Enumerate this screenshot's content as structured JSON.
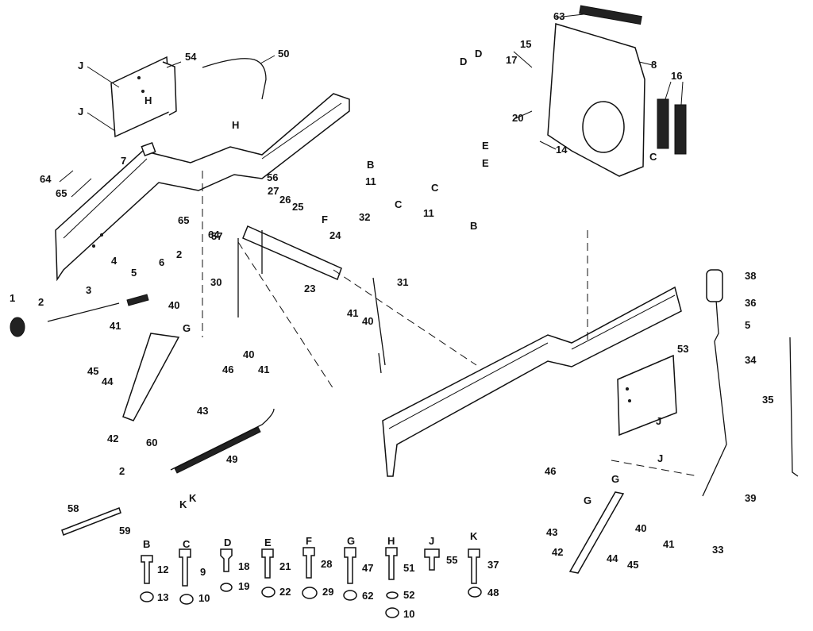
{
  "parts": {
    "p1": "1",
    "p2a": "2",
    "p2b": "2",
    "p2c": "2",
    "p3": "3",
    "p4": "4",
    "p5a": "5",
    "p5b": "5",
    "p6": "6",
    "p7": "7",
    "p8": "8",
    "p11a": "11",
    "p11b": "11",
    "p14": "14",
    "p15": "15",
    "p16": "16",
    "p17": "17",
    "p20": "20",
    "p23": "23",
    "p24": "24",
    "p25": "25",
    "p26": "26",
    "p27": "27",
    "p30": "30",
    "p31": "31",
    "p32": "32",
    "p33": "33",
    "p34": "34",
    "p35": "35",
    "p36": "36",
    "p38": "38",
    "p39": "39",
    "p40a": "40",
    "p40b": "40",
    "p40c": "40",
    "p40d": "40",
    "p41a": "41",
    "p41b": "41",
    "p41c": "41",
    "p41d": "41",
    "p42a": "42",
    "p42b": "42",
    "p43a": "43",
    "p43b": "43",
    "p44a": "44",
    "p44b": "44",
    "p45a": "45",
    "p45b": "45",
    "p46a": "46",
    "p46b": "46",
    "p49": "49",
    "p50": "50",
    "p53": "53",
    "p54": "54",
    "p56": "56",
    "p57": "57",
    "p58": "58",
    "p59": "59",
    "p60": "60",
    "p63": "63",
    "p64a": "64",
    "p64b": "64",
    "p65a": "65",
    "p65b": "65"
  },
  "refs": {
    "Ja": "J",
    "Jb": "J",
    "Jc": "J",
    "Jd": "J",
    "Ha": "H",
    "Hb": "H",
    "Da": "D",
    "Db": "D",
    "Ea": "E",
    "Eb": "E",
    "Ba": "B",
    "Bb": "B",
    "Ca": "C",
    "Cb": "C",
    "Cc": "C",
    "F": "F",
    "Ga": "G",
    "Gb": "G",
    "Gc": "G",
    "Ka": "K",
    "Kb": "K"
  },
  "hardware": [
    {
      "letter": "B",
      "bolt": "12",
      "nut": "13"
    },
    {
      "letter": "C",
      "bolt": "9",
      "nut": "10"
    },
    {
      "letter": "D",
      "bolt": "18",
      "nut": "19"
    },
    {
      "letter": "E",
      "bolt": "21",
      "nut": "22"
    },
    {
      "letter": "F",
      "bolt": "28",
      "nut": "29"
    },
    {
      "letter": "G",
      "bolt": "47",
      "nut": "62"
    },
    {
      "letter": "H",
      "bolt": "51",
      "nut": "52",
      "extra": "10"
    },
    {
      "letter": "J",
      "bolt": "55",
      "nut": ""
    },
    {
      "letter": "K",
      "bolt": "37",
      "nut": "48"
    }
  ]
}
